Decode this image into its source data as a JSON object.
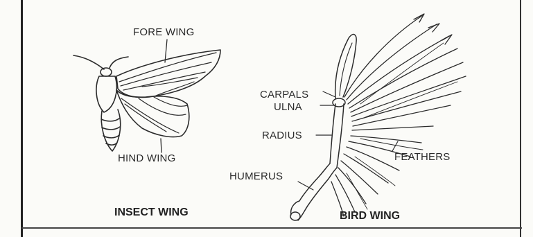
{
  "insect": {
    "caption": "INSECT WING",
    "labels": {
      "fore_wing": "FORE WING",
      "hind_wing": "HIND WING"
    }
  },
  "bird": {
    "caption": "BIRD WING",
    "labels": {
      "carpals": "CARPALS",
      "ulna": "ULNA",
      "radius": "RADIUS",
      "humerus": "HUMERUS",
      "feathers": "FEATHERS"
    }
  },
  "colors": {
    "ink": "#2b2b2b",
    "paper": "#fbfbf8",
    "frame": "#222222"
  }
}
